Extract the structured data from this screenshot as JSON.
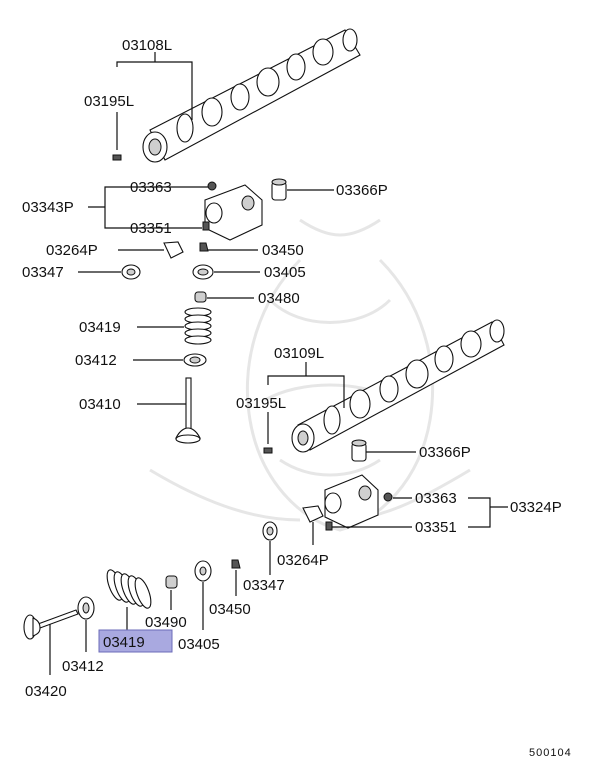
{
  "labels": {
    "cam_l": "03108L",
    "pin_l": "03195L",
    "p03363_top": "03363",
    "p03343p": "03343P",
    "p03366p_top": "03366P",
    "p03351_top": "03351",
    "p03264p_top": "03264P",
    "p03450_top": "03450",
    "p03347_top": "03347",
    "p03405_top": "03405",
    "p03480": "03480",
    "p03419_top": "03419",
    "p03412_top": "03412",
    "p03410": "03410",
    "cam_r": "03109L",
    "pin_r": "03195L",
    "p03366p_bot": "03366P",
    "p03363_bot": "03363",
    "p03324p": "03324P",
    "p03351_bot": "03351",
    "p03264p_bot": "03264P",
    "p03347_bot": "03347",
    "p03450_bot": "03450",
    "p03490": "03490",
    "p03405_bot": "03405",
    "p03419_bot": "03419",
    "p03412_bot": "03412",
    "p03420": "03420"
  },
  "footer_code": "500104",
  "highlight_color": "#a9a9e0"
}
